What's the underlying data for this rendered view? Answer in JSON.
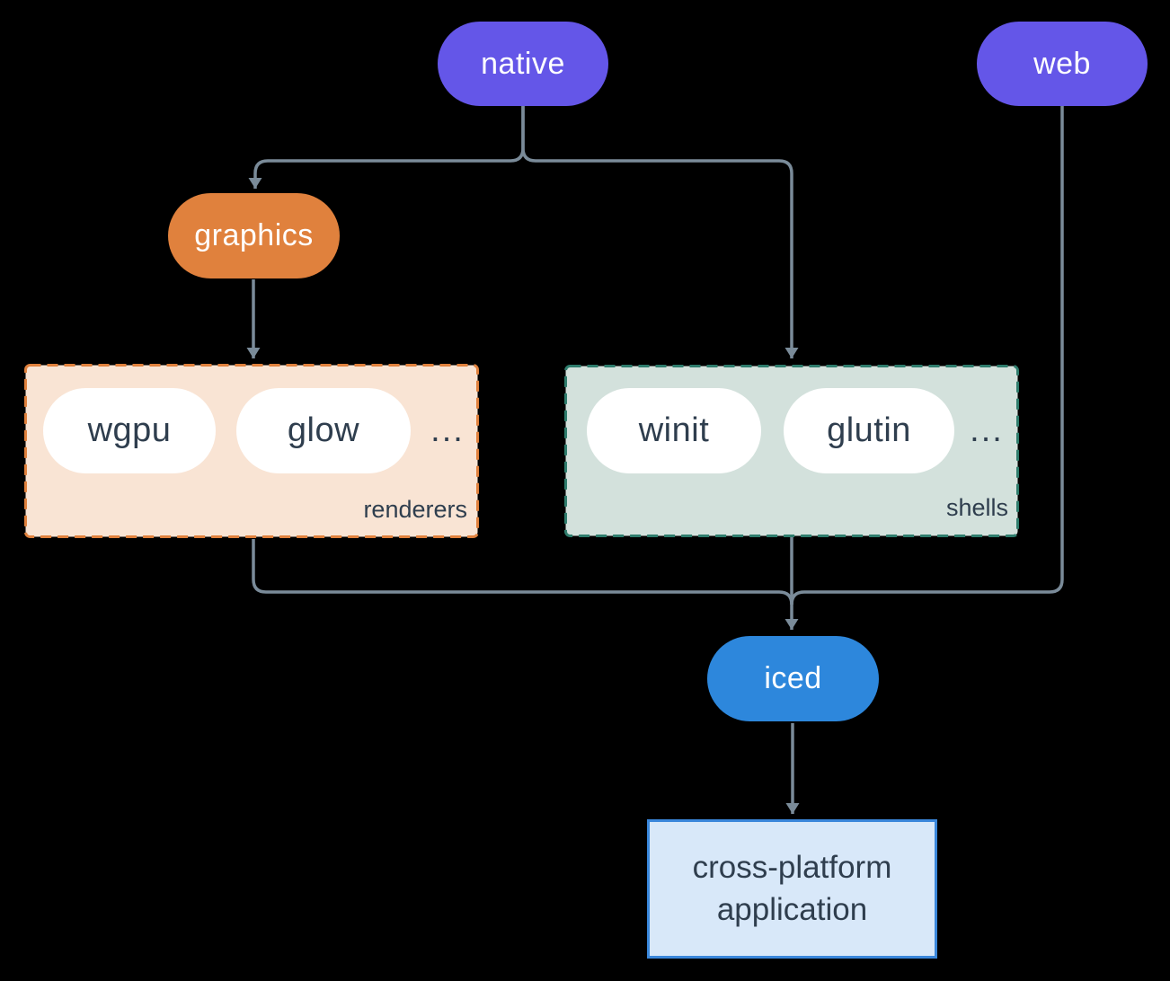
{
  "diagram": {
    "nodes": {
      "native": "native",
      "web": "web",
      "graphics": "graphics",
      "iced": "iced"
    },
    "groups": {
      "renderers": {
        "label": "renderers",
        "items": [
          "wgpu",
          "glow"
        ],
        "ellipsis": "..."
      },
      "shells": {
        "label": "shells",
        "items": [
          "winit",
          "glutin"
        ],
        "ellipsis": "..."
      }
    },
    "app": {
      "line1": "cross-platform",
      "line2": "application"
    },
    "colors": {
      "platform_pill": "#6456E8",
      "graphics_pill": "#E0813D",
      "iced_pill": "#2D87DC",
      "renderers_box_bg": "#F9E4D4",
      "renderers_box_border": "#E0813D",
      "shells_box_bg": "#D3E1DC",
      "shells_box_border": "#2F7D6D",
      "app_box_bg": "#D8E8F9",
      "app_box_border": "#3A87DB",
      "connector": "#7A8B99",
      "dark_text": "#2F3E4E",
      "background": "#000000"
    }
  }
}
